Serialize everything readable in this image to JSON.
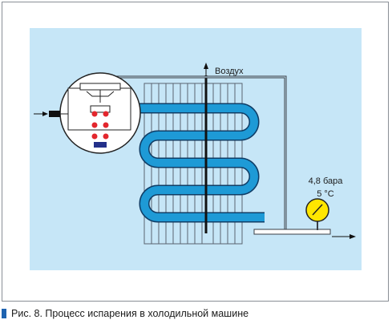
{
  "diagram": {
    "air_label": "Воздух",
    "pressure_label": "4,8 бара",
    "temperature_label": "5 °C"
  },
  "caption": {
    "text": "Рис. 8. Процесс испарения в холодильной машине"
  },
  "colors": {
    "background_panel": "#c6e6f7",
    "tube_fill": "#1e9ad6",
    "tube_outline": "#0f3d66",
    "gauge_face": "#ffe600",
    "valve_dots": "#e3262d",
    "valve_base": "#23308a",
    "caption_marker": "#1f63b0"
  }
}
